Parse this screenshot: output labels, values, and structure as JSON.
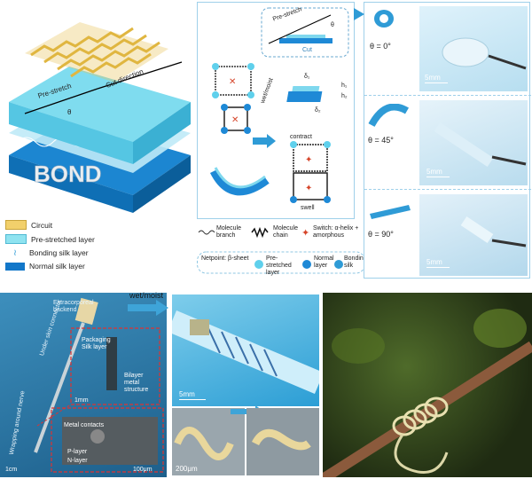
{
  "top_left": {
    "prestretch_label": "Pre-stretch",
    "cut_direction_label": "Cut direction",
    "theta": "θ",
    "bond_text": "BOND",
    "legend": [
      {
        "label": "Circuit",
        "color": "#f2d06b"
      },
      {
        "label": "Pre-stretched layer",
        "color": "#8fe3f0"
      },
      {
        "label": "Bonding silk layer",
        "color": "#2f9bd6"
      },
      {
        "label": "Normal silk layer",
        "color": "#1277c9"
      }
    ]
  },
  "top_mid": {
    "prestretch": "Pre-stretch",
    "cut": "Cut",
    "theta": "θ",
    "delta1": "δ₁",
    "delta2": "δ₂",
    "h1": "h₁",
    "h2": "h₂",
    "wet_moist": "wet/moist",
    "contract": "contract",
    "swell": "swell"
  },
  "key": {
    "molecule_branch": "Molecule branch",
    "molecule_chain": "Molecule chain",
    "switch": "Switch: α-helix + amorphous",
    "netpoint": "Netpoint: β-sheet",
    "prestretched_layer": "Pre-stretched layer",
    "normal_layer": "Normal layer",
    "bonding_silk": "Bonding silk"
  },
  "right_column": [
    {
      "angle": "θ = 0°",
      "scale": "5mm"
    },
    {
      "angle": "θ = 45°",
      "scale": "5mm"
    },
    {
      "angle": "θ = 90°",
      "scale": "5mm"
    }
  ],
  "bottom_left": {
    "extracorporeal": "Extracorporeal backend",
    "under_skin": "Under skin connector",
    "wrapping": "Wrapping around nerve",
    "packaging": "Packaging Silk layer",
    "bilayer": "Bilayer metal structure",
    "metal_contacts": "Metal contacts",
    "p_layer": "P-layer",
    "n_layer": "N-layer",
    "scale_1cm": "1cm",
    "scale_1mm": "1mm",
    "scale_100um": "100μm"
  },
  "bottom_mid": {
    "wet_moist": "wet/moist",
    "scale_5mm": "5mm",
    "scale_200um": "200μm"
  }
}
